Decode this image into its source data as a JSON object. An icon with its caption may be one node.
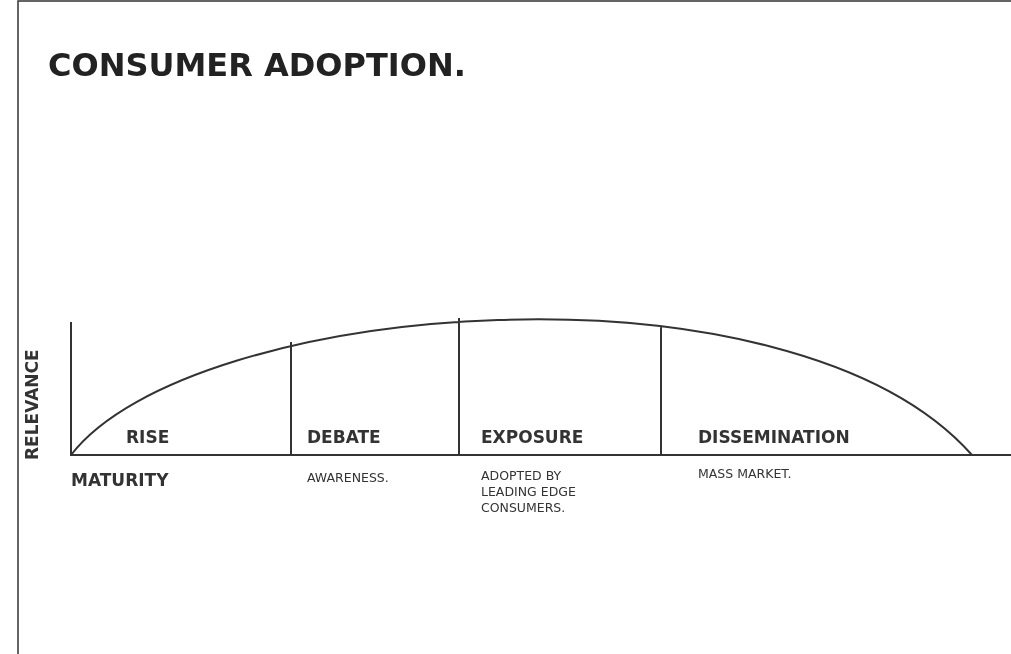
{
  "diagram": {
    "title": "CONSUMER ADOPTION.",
    "labels": [
      "RELEVANCE",
      "RISE",
      "DEBATE",
      "EXPOSURE",
      "DISSEMINATION",
      "MATURITY",
      "AWARENESS.",
      "ADOPTED BY LEADING EDGE CONSUMERS.",
      "MASS MARKET."
    ]
  }
}
